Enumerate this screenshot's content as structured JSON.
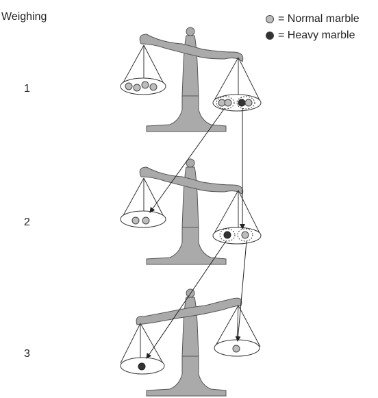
{
  "header": {
    "title": "Weighing"
  },
  "weighings": [
    {
      "label": "1",
      "left_pan": [
        "normal",
        "normal",
        "normal",
        "normal"
      ],
      "right_pan": [
        "normal",
        "normal",
        "heavy",
        "normal"
      ],
      "tilt": "right-down"
    },
    {
      "label": "2",
      "left_pan": [
        "normal",
        "normal"
      ],
      "right_pan": [
        "heavy",
        "normal"
      ],
      "tilt": "right-down"
    },
    {
      "label": "3",
      "left_pan": [
        "heavy"
      ],
      "right_pan": [
        "normal"
      ],
      "tilt": "left-down"
    }
  ],
  "legend": {
    "normal": {
      "text": "= Normal marble",
      "color": "#bdbdbd"
    },
    "heavy": {
      "text": "= Heavy marble",
      "color": "#333333"
    }
  },
  "colors": {
    "scale": "#aaaaaa",
    "outline": "#333333",
    "arrow": "#222222"
  }
}
